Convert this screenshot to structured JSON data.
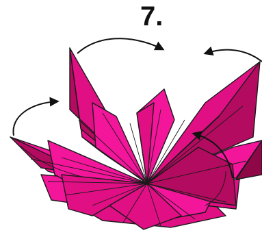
{
  "step": {
    "number": "7."
  },
  "colors": {
    "petal_bright": "#f3159a",
    "petal_mid": "#e00f84",
    "petal_dark": "#b30b60",
    "petal_deep": "#8e0848",
    "outline": "#1a1a1a",
    "arrow": "#111111"
  },
  "illustration": {
    "subject": "origami-lotus-flower",
    "arrows": [
      "curved-arrow-left-petal",
      "curved-arrow-back-petal",
      "curved-arrow-right-petal",
      "curved-arrow-center-inner"
    ]
  }
}
